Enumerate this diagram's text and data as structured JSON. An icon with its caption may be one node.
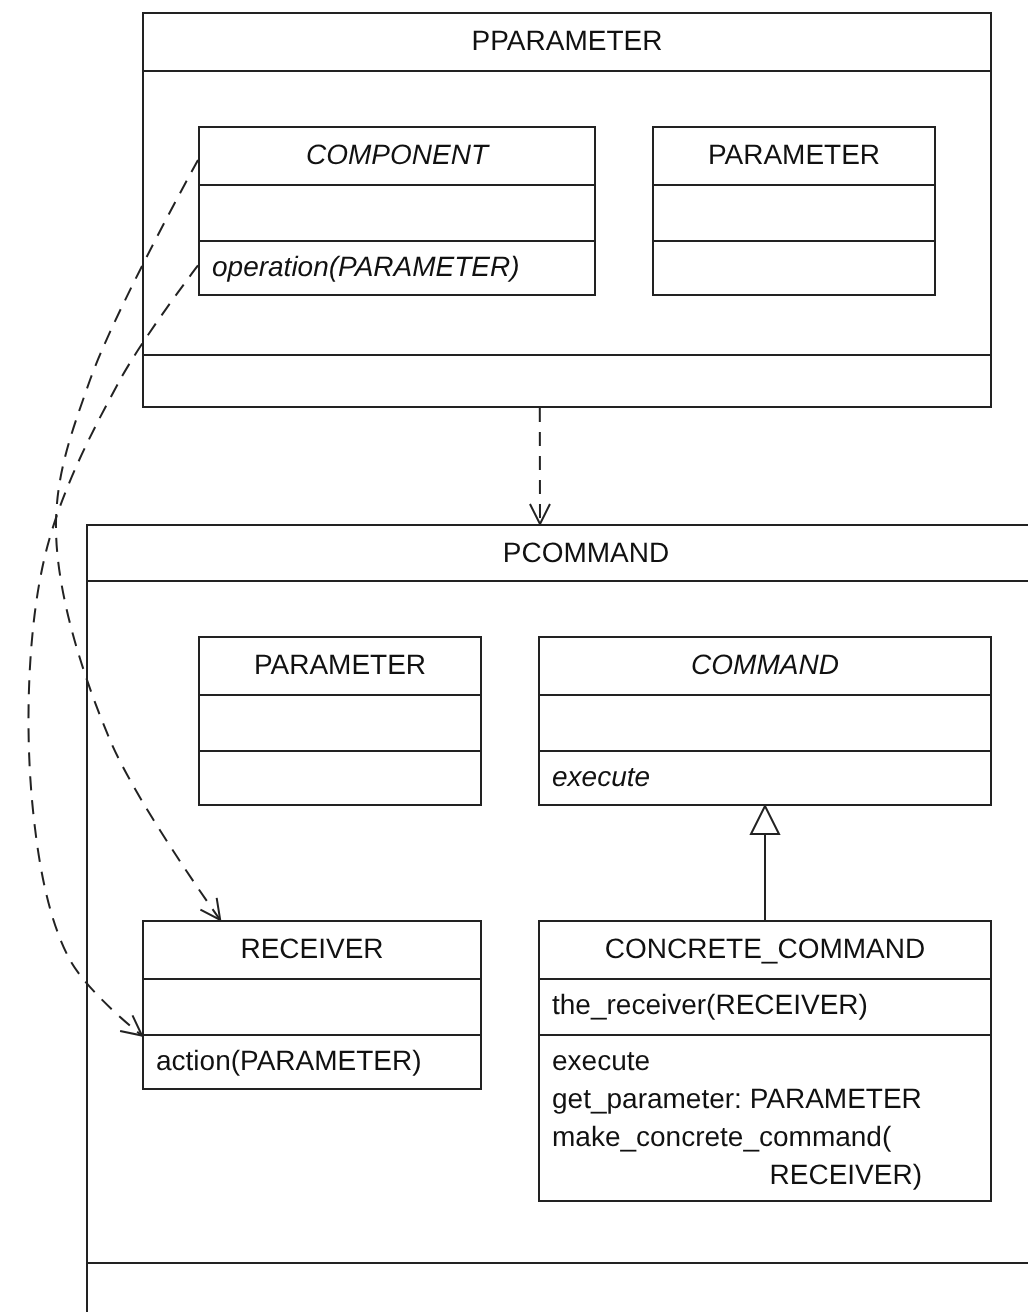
{
  "diagram": {
    "nodes": [
      {
        "text": [
          "PPARAMETER"
        ]
      },
      {
        "text": [
          "COMPONENT",
          "operation(PARAMETER)"
        ],
        "in": 0
      },
      {
        "text": [
          "PARAMETER"
        ],
        "in": 0
      },
      {
        "text": [
          "PCOMMAND"
        ]
      },
      {
        "text": [
          "PARAMETER"
        ],
        "in": 3
      },
      {
        "text": [
          "COMMAND",
          "execute"
        ],
        "in": 3
      },
      {
        "text": [
          "RECEIVER",
          "action(PARAMETER)"
        ],
        "in": 3
      },
      {
        "text": [
          "CONCRETE_COMMAND",
          "the_receiver(RECEIVER)",
          "execute",
          "get_parameter: PARAMETER",
          "make_concrete_command( RECEIVER)"
        ],
        "in": 3
      }
    ],
    "edges": [
      {
        "from": 0,
        "to": 3,
        "arrow": "to",
        "style": "dashed"
      },
      {
        "from": 1,
        "to": 6,
        "arrow": "to",
        "style": "dashed"
      },
      {
        "from": 1,
        "to": 6,
        "arrow": "to",
        "style": "dashed"
      },
      {
        "from": 7,
        "to": 5,
        "arrow": "to"
      }
    ]
  }
}
